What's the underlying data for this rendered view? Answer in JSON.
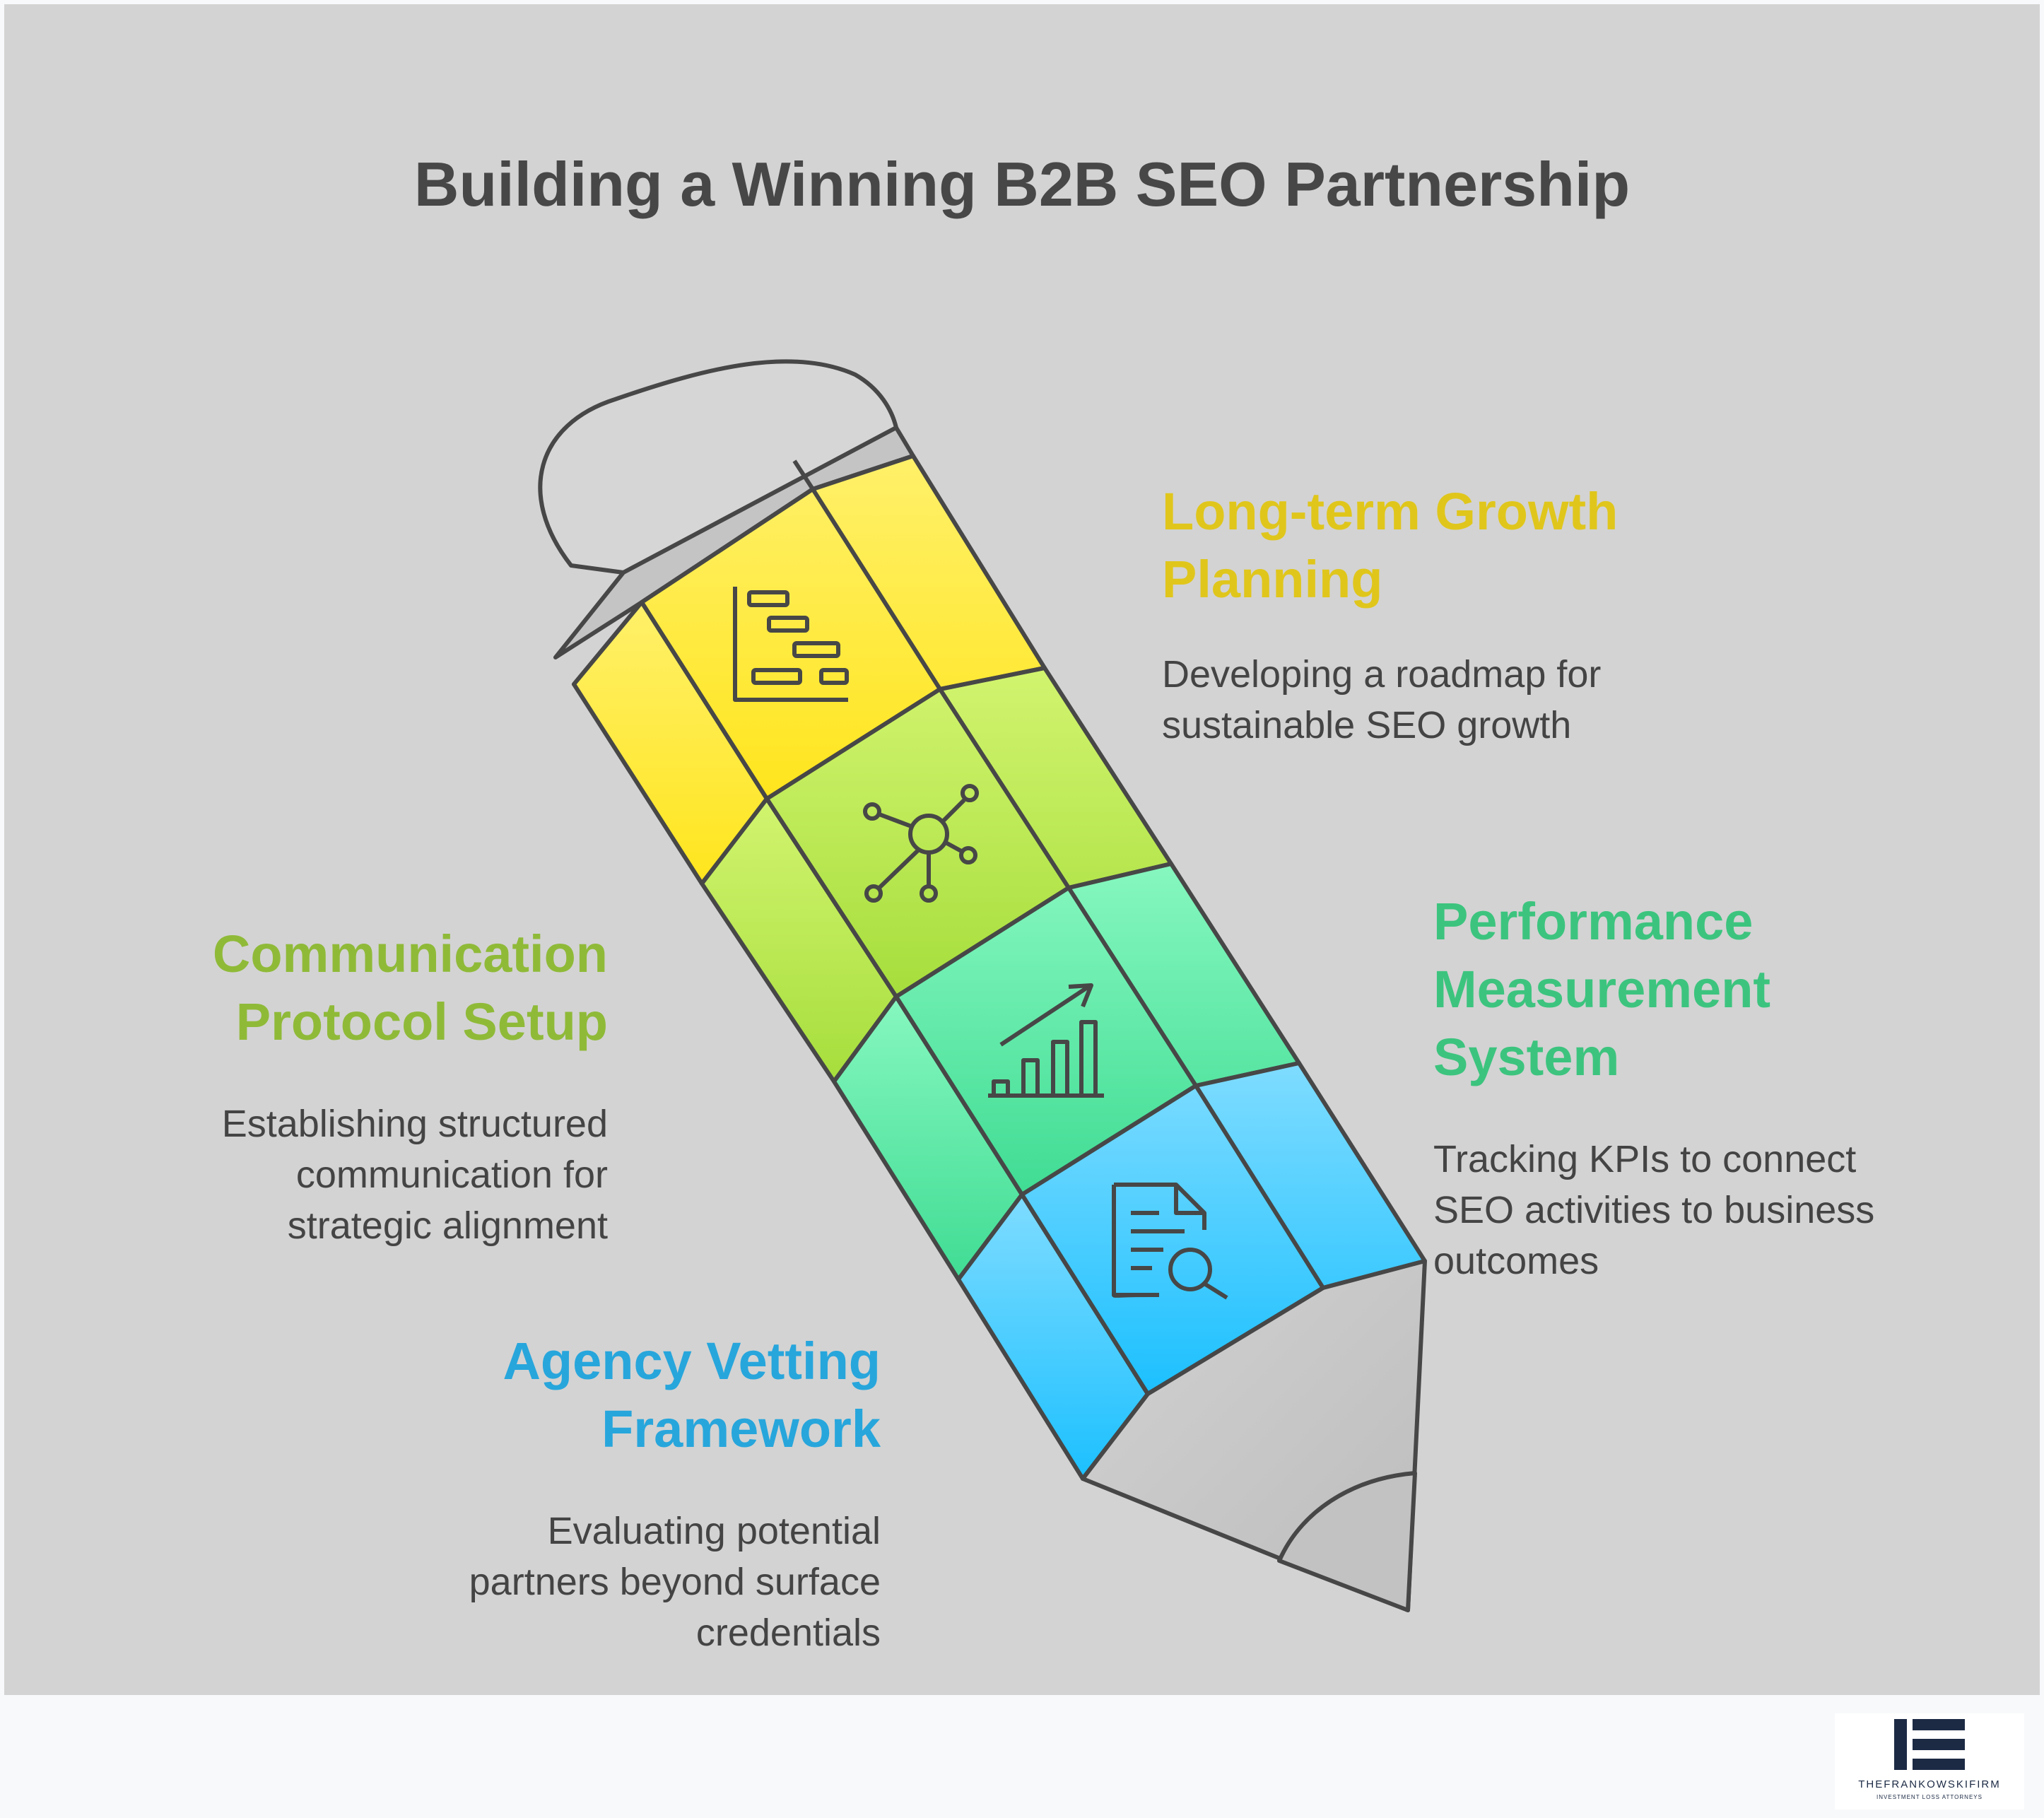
{
  "title": "Building a Winning B2B SEO Partnership",
  "colors": {
    "background": "#d3d3d3",
    "outline": "#474747",
    "growth": "#e0c61b",
    "communication": "#8fba38",
    "performance": "#3cc47e",
    "vetting": "#27a6dc"
  },
  "sections": [
    {
      "heading": "Long-term Growth\nPlanning",
      "description": "Developing a roadmap for\nsustainable SEO growth",
      "icon": "gantt-chart-icon"
    },
    {
      "heading": "Communication\nProtocol Setup",
      "description": "Establishing structured\ncommunication for\nstrategic alignment",
      "icon": "network-hub-icon"
    },
    {
      "heading": "Performance\nMeasurement\nSystem",
      "description": "Tracking KPIs to connect\nSEO activities to business\noutcomes",
      "icon": "growth-bar-chart-icon"
    },
    {
      "heading": "Agency Vetting\nFramework",
      "description": "Evaluating potential\npartners beyond surface\ncredentials",
      "icon": "document-search-icon"
    }
  ],
  "logo": {
    "name": "THEFRANKOWSKIFIRM",
    "tagline": "INVESTMENT LOSS ATTORNEYS"
  }
}
